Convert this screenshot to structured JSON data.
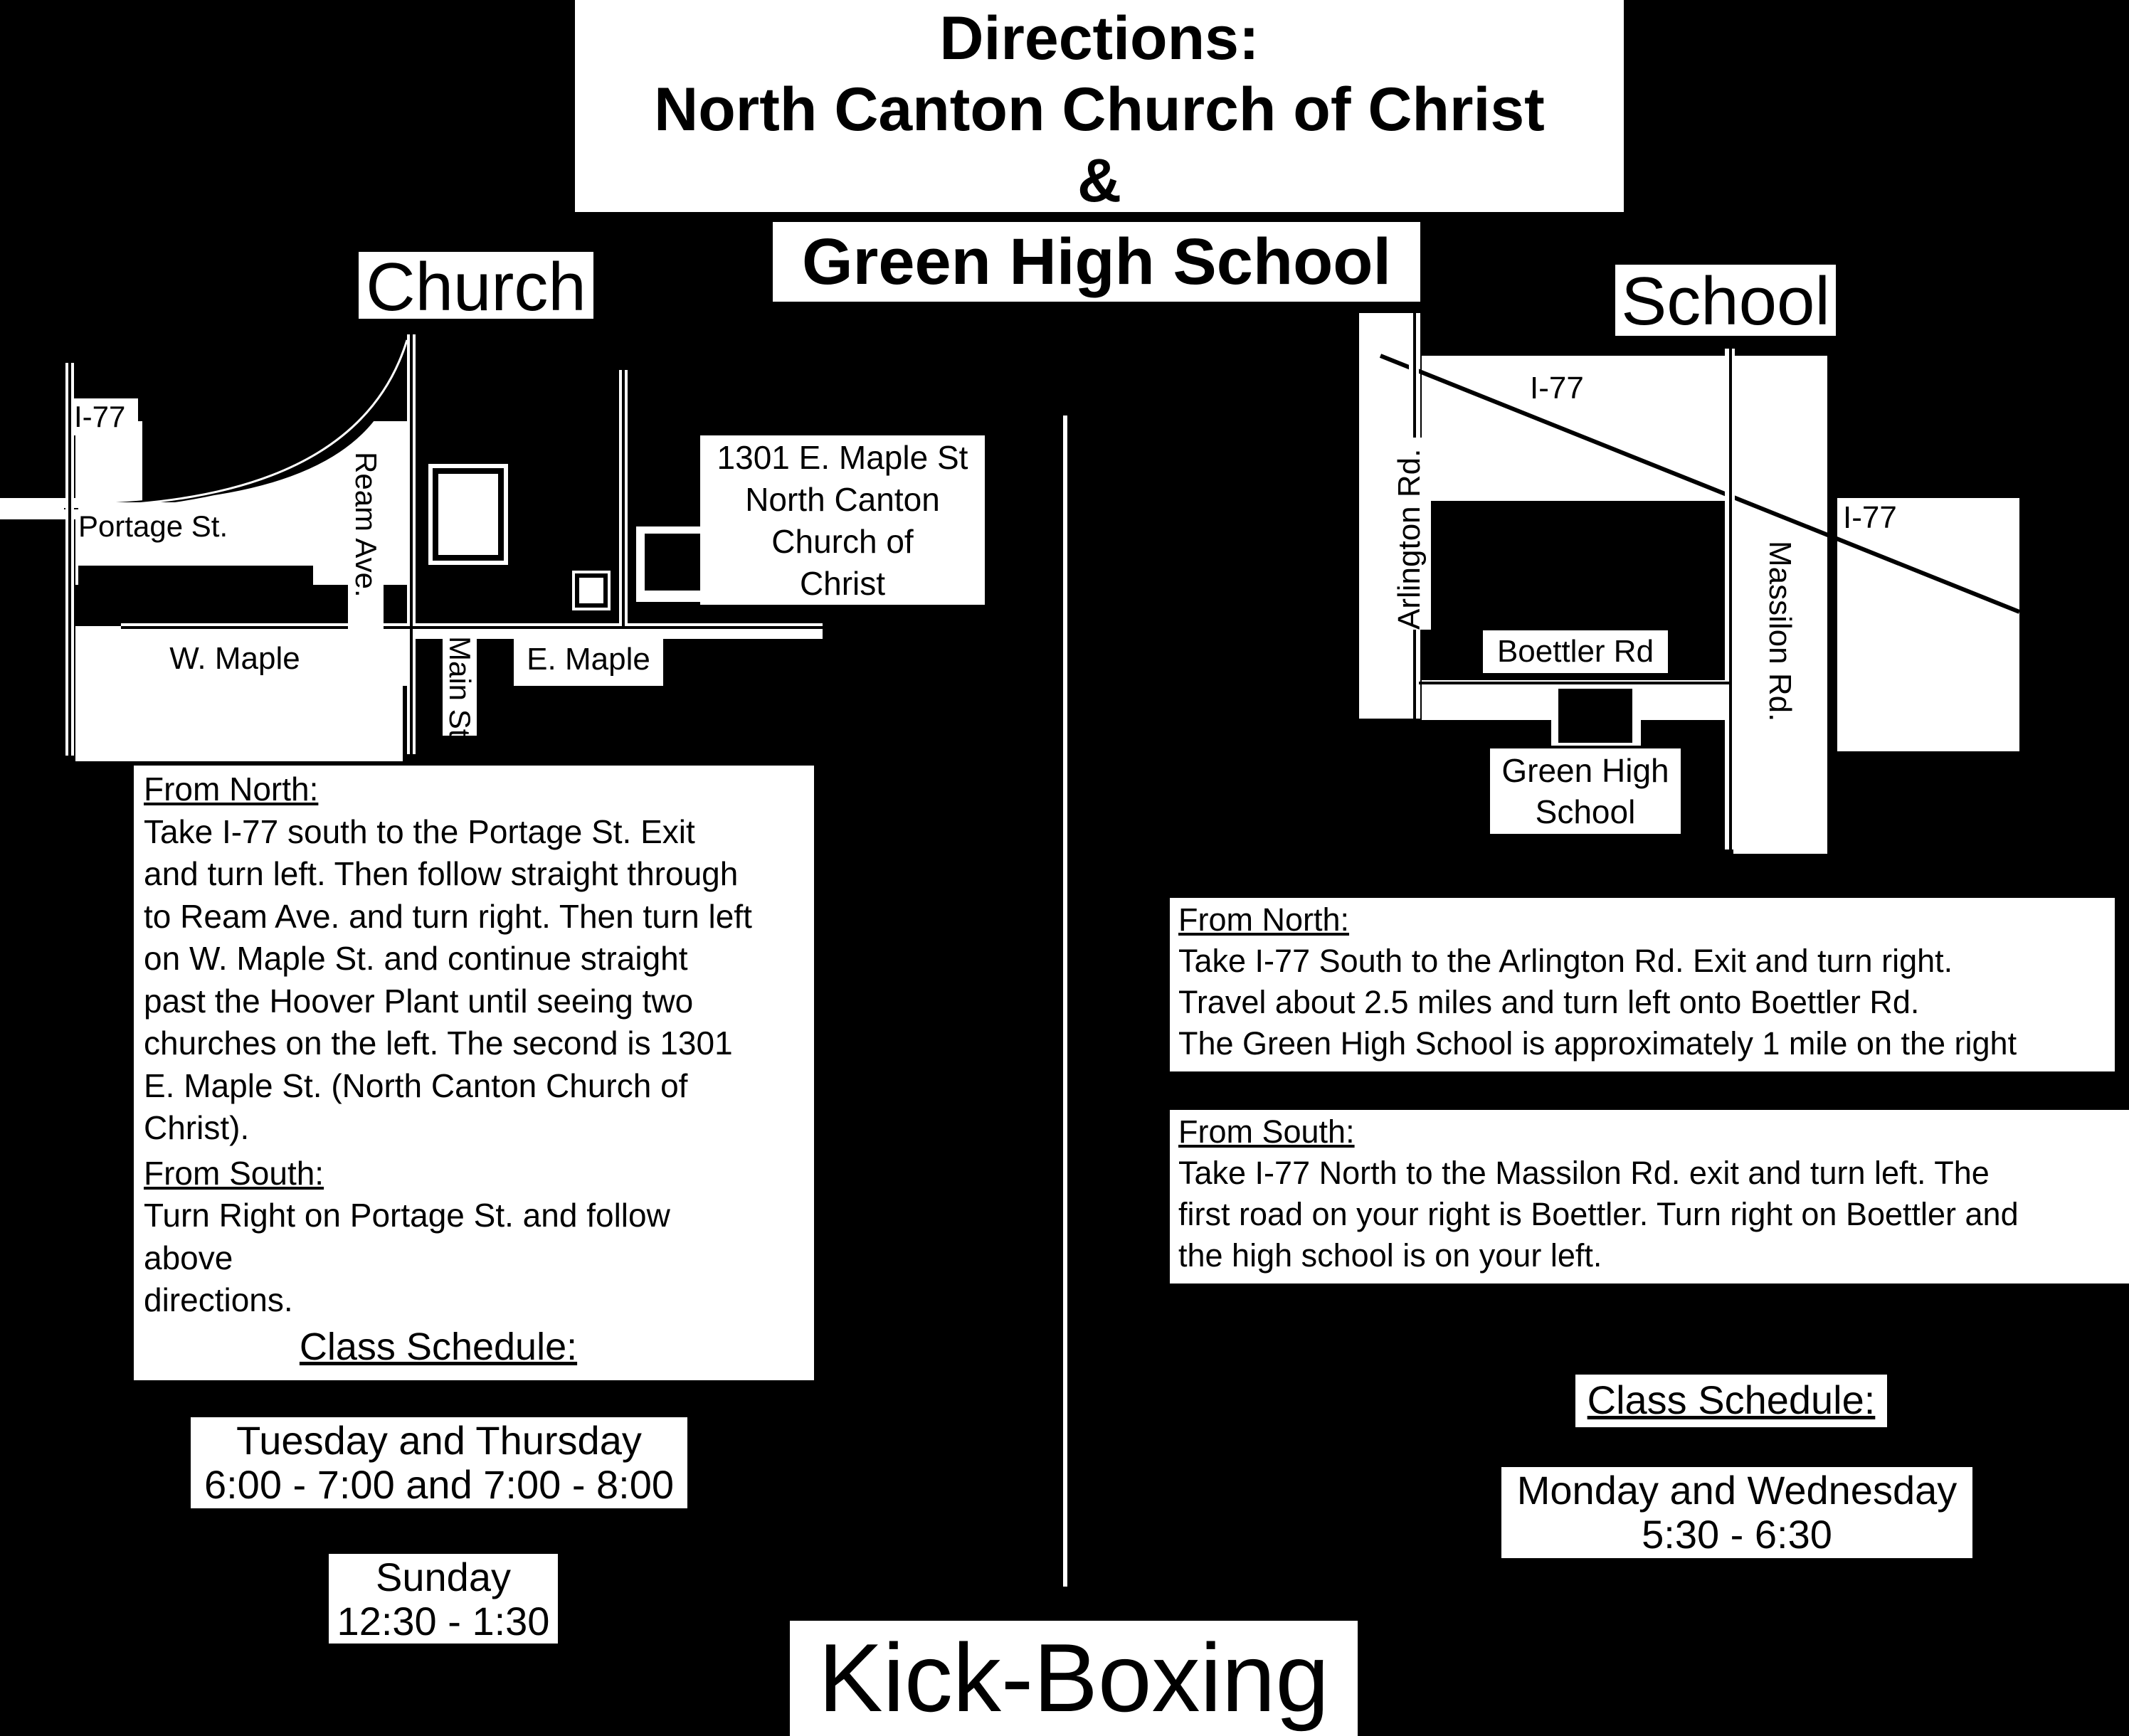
{
  "title": {
    "line1": "Directions:",
    "line2": "North Canton Church of Christ",
    "line3": "&",
    "line4": "Green High School"
  },
  "church": {
    "heading": "Church",
    "map": {
      "i77": "I-77",
      "portage": "Portage St.",
      "ream": "Ream Ave.",
      "main": "Main St",
      "w_maple": "W. Maple",
      "e_maple": "E. Maple",
      "address_lines": [
        "1301 E. Maple St",
        "North Canton",
        "Church of",
        "Christ"
      ]
    },
    "from_north_title": "From North:",
    "from_north_lines": [
      "Take I-77 south to the Portage St. Exit",
      "and turn left.  Then follow straight through",
      "to Ream Ave. and turn right. Then turn left",
      "on W. Maple St. and continue straight",
      "past the Hoover Plant until seeing two",
      "churches on the left.  The second is 1301",
      "E. Maple St. (North Canton Church of",
      "Christ)."
    ],
    "from_south_title": "From South:",
    "from_south_lines": [
      "Turn Right on Portage St. and follow",
      "above",
      "directions."
    ],
    "schedule_title": "Class Schedule:",
    "schedule1": [
      "Tuesday and Thursday",
      "6:00 - 7:00 and 7:00 - 8:00"
    ],
    "schedule2": [
      "Sunday",
      "12:30 - 1:30"
    ]
  },
  "school": {
    "heading": "School",
    "map": {
      "i77_top": "I-77",
      "i77_right": "I-77",
      "arlington": "Arlington Rd.",
      "massilon": "Massilon Rd.",
      "boettler": "Boettler Rd",
      "school_lines": [
        "Green High",
        "School"
      ]
    },
    "from_north_title": "From North:",
    "from_north_lines": [
      "Take I-77 South to the Arlington Rd. Exit  and turn right.",
      "Travel about 2.5 miles and turn left onto Boettler Rd.",
      "The Green High School is approximately 1 mile on the right"
    ],
    "from_south_title": "From South:",
    "from_south_lines": [
      "Take I-77 North to the Massilon Rd. exit and turn left.  The",
      "first road on your right is Boettler.  Turn right on Boettler and",
      "the high school is on your left."
    ],
    "schedule_title": "Class Schedule:",
    "schedule1": [
      "Monday and Wednesday",
      "5:30 - 6:30"
    ]
  },
  "footer": {
    "title": "Kick-Boxing"
  },
  "colors": {
    "background": "#000000",
    "foreground": "#ffffff",
    "text": "#000000"
  }
}
